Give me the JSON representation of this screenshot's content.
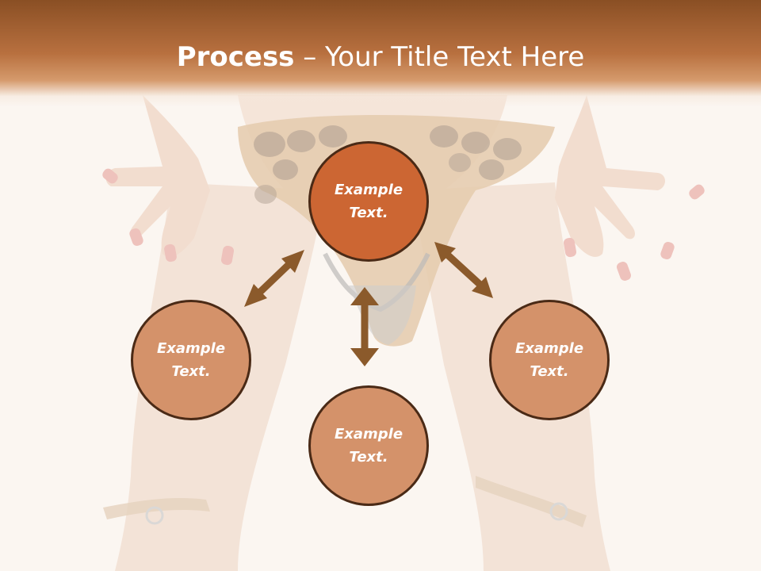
{
  "title": {
    "bold": "Process",
    "rest": " – Your Title Text Here"
  },
  "nodes": {
    "center": "Example\nText.",
    "left": "Example\nText.",
    "bottom": "Example\nText.",
    "right": "Example\nText."
  },
  "colors": {
    "title_bar": "#b8703f",
    "main_node": "#cc6633",
    "sub_node": "#d4926a",
    "node_border": "#4a2a16",
    "arrow": "#8b5a2b",
    "background": "#fbf6f2"
  }
}
